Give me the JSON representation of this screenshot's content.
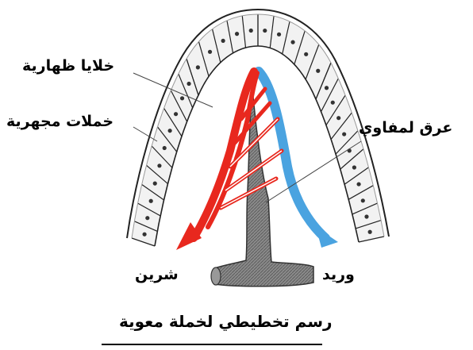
{
  "labels": {
    "epithelial_cells": "خلايا ظهارية",
    "microvilli": "خملات مجهرية",
    "lacteal": "عرق لمفاوي",
    "artery": "شرين",
    "vein": "وريد"
  },
  "caption": "رسم تخطيطي لخملة معوية",
  "colors": {
    "artery": "#e8281e",
    "vein": "#4aa3e0",
    "lacteal": "#7a7a7a",
    "outline": "#222222",
    "cell_fill": "#f2f2f2"
  }
}
